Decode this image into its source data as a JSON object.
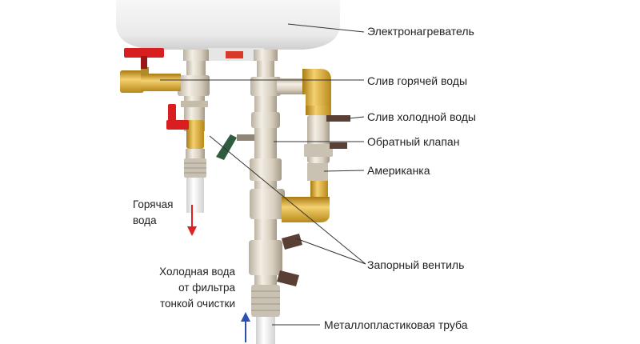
{
  "labels": {
    "heater": "Электронагреватель",
    "hot_drain": "Слив горячей воды",
    "cold_drain": "Слив холодной воды",
    "check_valve": "Обратный клапан",
    "union": "Американка",
    "shutoff": "Запорный вентиль",
    "pipe": "Металлопластиковая труба"
  },
  "side": {
    "hot_line1": "Горячая",
    "hot_line2": "вода",
    "cold_line1": "Холодная вода",
    "cold_line2": "от фильтра",
    "cold_line3": "тонкой очистки"
  },
  "colors": {
    "hot_arrow": "#e02020",
    "cold_arrow": "#2a4fb5",
    "brass": "#d9a527",
    "chrome": "#d8d0c2",
    "handle_red": "#d81e1e",
    "handle_dark": "#5a4034",
    "leader": "#333333"
  }
}
